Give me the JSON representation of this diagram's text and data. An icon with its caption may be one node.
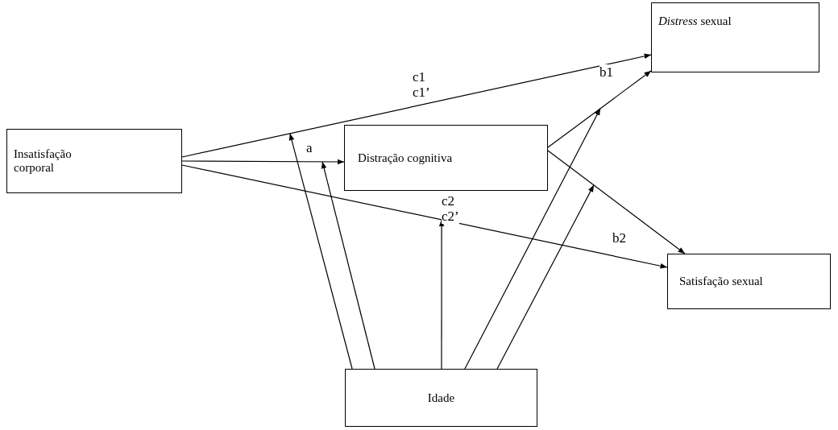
{
  "diagram": {
    "nodes": [
      {
        "text": [
          "Insatisfação corporal"
        ]
      },
      {
        "text": [
          "Distração cognitiva"
        ]
      },
      {
        "text": [
          "*Distress* sexual"
        ]
      },
      {
        "text": [
          "Satisfação sexual"
        ]
      },
      {
        "text": [
          "Idade"
        ]
      }
    ],
    "edges": [
      {
        "from": 0,
        "to": 2,
        "arrow": "to",
        "label": "c1 c1’"
      },
      {
        "from": 0,
        "to": 1,
        "arrow": "to",
        "label": "a"
      },
      {
        "from": 0,
        "to": 3,
        "arrow": "to",
        "label": "c2 c2’"
      },
      {
        "from": 1,
        "to": 2,
        "arrow": "to",
        "label": "b1"
      },
      {
        "from": 1,
        "to": 3,
        "arrow": "to",
        "label": "b2"
      },
      {
        "from": 4,
        "to": null,
        "arrow": "to"
      },
      {
        "from": 4,
        "to": null,
        "arrow": "to"
      },
      {
        "from": 4,
        "to": null,
        "arrow": "to"
      },
      {
        "from": 4,
        "to": null,
        "arrow": "to"
      },
      {
        "from": 4,
        "to": null,
        "arrow": "to"
      }
    ]
  }
}
